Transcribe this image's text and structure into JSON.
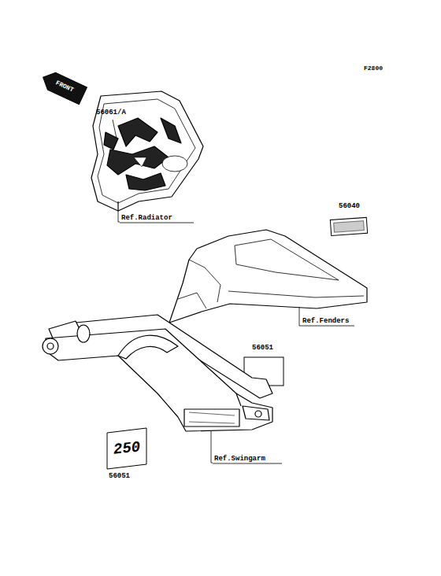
{
  "diagram": {
    "labels": [
      "F2800",
      "FRONT",
      "56061/A",
      "Ref.Radiator",
      "56040",
      "Ref.Fenders",
      "56051",
      "Ref.Swingarm",
      "56051",
      "250"
    ]
  }
}
